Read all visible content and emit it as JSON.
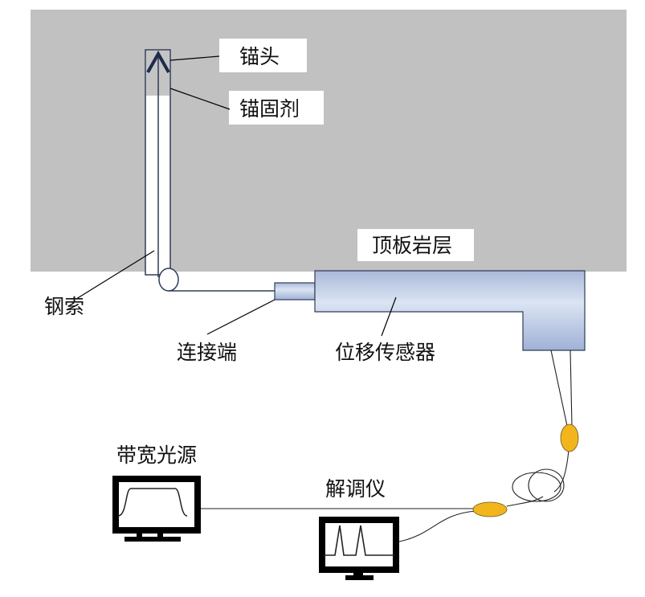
{
  "labels": {
    "anchor_head": "锚头",
    "anchoring_agent": "锚固剂",
    "roof_rock": "顶板岩层",
    "steel_cable": "钢索",
    "connector": "连接端",
    "displacement_sensor": "位移传感器",
    "broadband_source": "带宽光源",
    "demodulator": "解调仪"
  },
  "colors": {
    "sensor_fill": "#b4c3e0",
    "coupler_fill": "#f2b51c",
    "rock_gray": "#8a8a8a"
  }
}
